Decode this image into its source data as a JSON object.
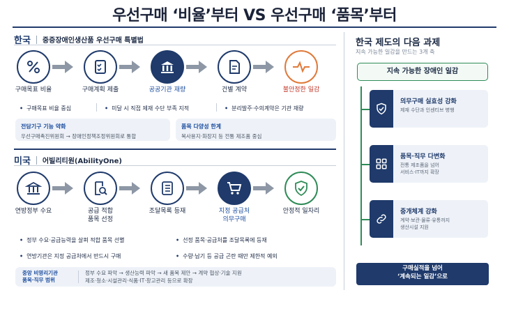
{
  "title": "우선구매 ‘비율’부터 VS 우선구매 ‘품목’부터",
  "korea": {
    "country": "한국",
    "law": "중증장애인생산품 우선구매 특별법",
    "steps": [
      "구매목표 비율",
      "구매계획 제출",
      "공공기관 재량",
      "건별 계약",
      "불안정한 일감"
    ],
    "bullets": [
      "구매목표 비율 중심",
      "미달 시 직접 제재 수단 부족 지적",
      "분리발주·수의계약은 기관 재량"
    ],
    "box1": {
      "title": "전담기구 기능 약화",
      "body": "우선구매촉진위원회 → 장애인정책조정위원회로 통합"
    },
    "box2": {
      "title": "품목 다양성 한계",
      "body": "복사용지·화장지 등 전통 제조품 중심"
    }
  },
  "us": {
    "country": "미국",
    "program": "어빌리티원(AbilityOne)",
    "steps": [
      {
        "line1": "연방정부 수요",
        "line2": ""
      },
      {
        "line1": "공급 적합",
        "line2": "품목 선정"
      },
      {
        "line1": "조달목록 등재",
        "line2": ""
      },
      {
        "line1": "지정 공급처",
        "line2": "의무구매"
      },
      {
        "line1": "안정적 일자리",
        "line2": ""
      }
    ],
    "bullets": [
      "정부 수요·공급능력을 살펴 적합 품목 선별",
      "선정 품목·공급처를 조달목록에 등재",
      "연방기관은 지정 공급처에서 반드시 구매",
      "수량·납기 등 공급 곤란 때만 제한적 예외"
    ],
    "box_label_1": "중앙 비영리기관",
    "box_label_2": "품목·직무 범위",
    "box_line1": "정부 수요 파악 → 생산능력 파악 → 새 품목 제안 → 계약 협상·기술 지원",
    "box_line2": "제조·청소·시설관리·식품·IT·창고관리 등으로 확장"
  },
  "right": {
    "title": "한국 제도의 다음 과제",
    "subtitle": "지속 가능한 일감을 만드는 3개 축",
    "goal": "지속 가능한 장애인 일감",
    "tasks": [
      {
        "title": "의무구매 실효성 강화",
        "line1": "제재 수단과 인센티브 병행",
        "line2": ""
      },
      {
        "title": "품목·직무 다변화",
        "line1": "전통 제조품을 넘어",
        "line2": "서비스·IT까지 확장"
      },
      {
        "title": "중개체계 강화",
        "line1": "계약·보관·물류·유통까지",
        "line2": "생산시설 지원"
      }
    ],
    "final_line1": "구매실적을 넘어",
    "final_line2": "‘계속되는 일감’으로"
  },
  "colors": {
    "navy": "#1f3a6b",
    "green": "#2e8b57",
    "orange": "#e07a3a",
    "gray_arrow": "#8d97a5"
  }
}
